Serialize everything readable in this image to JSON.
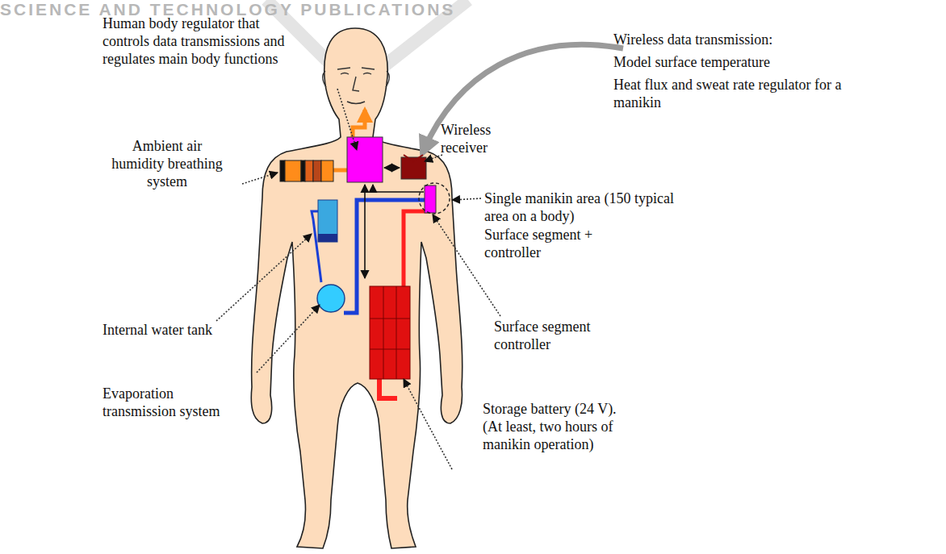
{
  "diagram": {
    "labels": [
      "SCIENCE AND TECHNOLOGY PUBLICATIONS",
      "Human body regulator that controls data transmissions and regulates main body functions",
      "Wireless data transmission:",
      "Model surface temperature",
      "Heat flux and sweat rate regulator for a manikin",
      "Ambient air humidity breathing system",
      "Wireless receiver",
      "Single manikin area (150 typical area on a body)",
      "Surface segment + controller",
      "Internal water tank",
      "Surface segment controller",
      "Evaporation transmission system",
      "Storage battery (24 V). (At least, two hours of manikin operation)"
    ]
  }
}
